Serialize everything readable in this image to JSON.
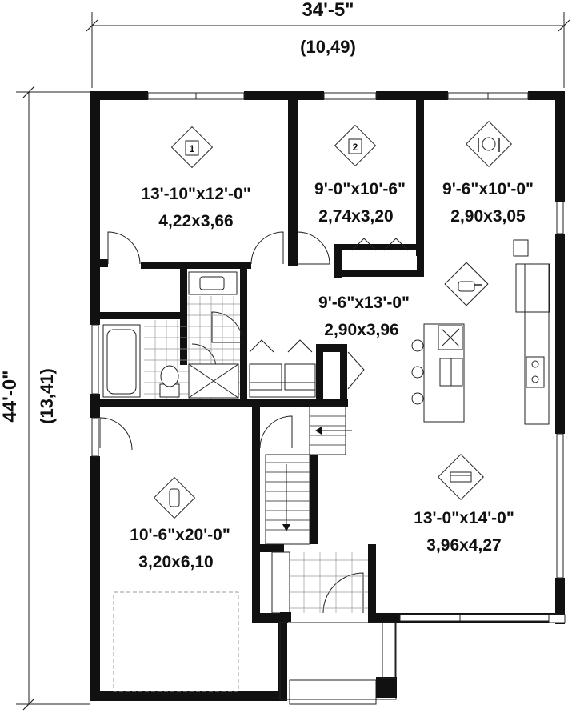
{
  "overall": {
    "width_imperial": "34'-5\"",
    "width_metric": "(10,49)",
    "depth_imperial": "44'-0\"",
    "depth_metric": "(13,41)"
  },
  "rooms": {
    "bedroom1": {
      "size_imperial": "13'-10\"x12'-0\"",
      "size_metric": "4,22x3,66",
      "icon_number": "1",
      "icon": "bed-icon"
    },
    "bedroom2": {
      "size_imperial": "9'-0\"x10'-6\"",
      "size_metric": "2,74x3,20",
      "icon_number": "2",
      "icon": "bed-icon"
    },
    "dining": {
      "size_imperial": "9'-6\"x10'-0\"",
      "size_metric": "2,90x3,05",
      "icon": "plate-fork-knife-icon"
    },
    "kitchen": {
      "size_imperial": "9'-6\"x13'-0\"",
      "size_metric": "2,90x3,96",
      "icon": "pot-icon"
    },
    "living": {
      "size_imperial": "13'-0\"x14'-0\"",
      "size_metric": "3,96x4,27",
      "icon": "sofa-icon"
    },
    "garage": {
      "size_imperial": "10'-6\"x20'-0\"",
      "size_metric": "3,20x6,10",
      "icon": "car-icon"
    }
  }
}
